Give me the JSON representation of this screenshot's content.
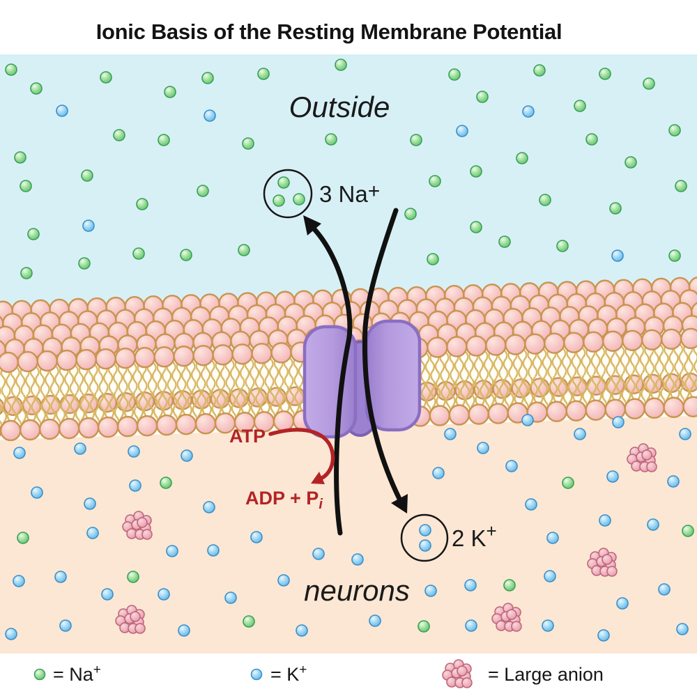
{
  "title": "Ionic Basis of the Resting Membrane Potential",
  "regions": {
    "outside_label": "Outside",
    "inside_label": "neurons"
  },
  "pump": {
    "name": "sodium-potassium pump",
    "na_label": "3 Na",
    "na_sup": "+",
    "k_label": "2 K",
    "k_sup": "+",
    "atp_label": "ATP",
    "adp_label": "ADP + P",
    "adp_sub": "i"
  },
  "legend": {
    "na_text": "= Na",
    "na_sup": "+",
    "k_text": "= K",
    "k_sup": "+",
    "anion_text": "= Large anion"
  },
  "colors": {
    "outside_bg": "#d7f0f6",
    "inside_bg": "#fbe7d3",
    "margin_bg": "#ffffff",
    "title_color": "#131313",
    "label_color": "#1a1a1a",
    "atp_red": "#b32326",
    "arrow_black": "#111111",
    "membrane_head": "#f5c1c4",
    "membrane_head_rim": "#c9944f",
    "membrane_tail": "#d8b662",
    "pump_light": "#b79ee0",
    "pump_dark": "#8a6ec2",
    "na_ion_green": "#4fb567",
    "k_ion_blue": "#4aa6dd",
    "anion_pink": "#dd8fa2"
  },
  "ions": {
    "outside_na": [
      [
        16,
        100
      ],
      [
        52,
        127
      ],
      [
        152,
        111
      ],
      [
        244,
        132
      ],
      [
        298,
        112
      ],
      [
        378,
        106
      ],
      [
        489,
        93
      ],
      [
        652,
        107
      ],
      [
        774,
        101
      ],
      [
        868,
        106
      ],
      [
        931,
        120
      ],
      [
        692,
        139
      ],
      [
        832,
        152
      ],
      [
        171,
        194
      ],
      [
        235,
        201
      ],
      [
        356,
        206
      ],
      [
        475,
        200
      ],
      [
        597,
        201
      ],
      [
        849,
        200
      ],
      [
        968,
        187
      ],
      [
        29,
        226
      ],
      [
        125,
        252
      ],
      [
        749,
        227
      ],
      [
        905,
        233
      ],
      [
        683,
        246
      ],
      [
        624,
        260
      ],
      [
        37,
        267
      ],
      [
        291,
        274
      ],
      [
        204,
        293
      ],
      [
        48,
        336
      ],
      [
        199,
        364
      ],
      [
        267,
        366
      ],
      [
        350,
        359
      ],
      [
        121,
        378
      ],
      [
        38,
        392
      ],
      [
        782,
        287
      ],
      [
        977,
        267
      ],
      [
        589,
        307
      ],
      [
        883,
        299
      ],
      [
        683,
        326
      ],
      [
        724,
        347
      ],
      [
        807,
        353
      ],
      [
        968,
        367
      ],
      [
        621,
        372
      ]
    ],
    "outside_k": [
      [
        89,
        159
      ],
      [
        301,
        166
      ],
      [
        758,
        160
      ],
      [
        663,
        188
      ],
      [
        127,
        324
      ],
      [
        886,
        367
      ]
    ],
    "inside_k": [
      [
        28,
        650
      ],
      [
        115,
        644
      ],
      [
        192,
        648
      ],
      [
        268,
        654
      ],
      [
        194,
        697
      ],
      [
        53,
        707
      ],
      [
        129,
        723
      ],
      [
        300,
        728
      ],
      [
        133,
        765
      ],
      [
        368,
        771
      ],
      [
        247,
        791
      ],
      [
        306,
        790
      ],
      [
        457,
        795
      ],
      [
        27,
        834
      ],
      [
        87,
        828
      ],
      [
        154,
        853
      ],
      [
        235,
        853
      ],
      [
        331,
        858
      ],
      [
        407,
        833
      ],
      [
        94,
        898
      ],
      [
        16,
        910
      ],
      [
        264,
        905
      ],
      [
        433,
        905
      ],
      [
        757,
        603
      ],
      [
        887,
        606
      ],
      [
        646,
        623
      ],
      [
        832,
        623
      ],
      [
        983,
        623
      ],
      [
        693,
        643
      ],
      [
        734,
        669
      ],
      [
        629,
        679
      ],
      [
        879,
        684
      ],
      [
        966,
        691
      ],
      [
        762,
        724
      ],
      [
        868,
        747
      ],
      [
        937,
        753
      ],
      [
        513,
        803
      ],
      [
        789,
        827
      ],
      [
        618,
        848
      ],
      [
        675,
        840
      ],
      [
        953,
        846
      ],
      [
        893,
        866
      ],
      [
        538,
        891
      ],
      [
        676,
        898
      ],
      [
        786,
        898
      ],
      [
        866,
        912
      ],
      [
        979,
        903
      ],
      [
        793,
        772
      ]
    ],
    "inside_na": [
      [
        238,
        693
      ],
      [
        33,
        772
      ],
      [
        191,
        828
      ],
      [
        357,
        892
      ],
      [
        815,
        693
      ],
      [
        987,
        762
      ],
      [
        731,
        840
      ],
      [
        608,
        899
      ]
    ],
    "anion_clusters": [
      [
        198,
        755
      ],
      [
        188,
        890
      ],
      [
        922,
        658
      ],
      [
        865,
        808
      ],
      [
        728,
        887
      ]
    ],
    "pumped_na": [
      [
        407,
        262
      ],
      [
        400,
        288
      ],
      [
        429,
        286
      ]
    ],
    "pumped_k": [
      [
        610,
        761
      ],
      [
        610,
        783
      ]
    ]
  }
}
